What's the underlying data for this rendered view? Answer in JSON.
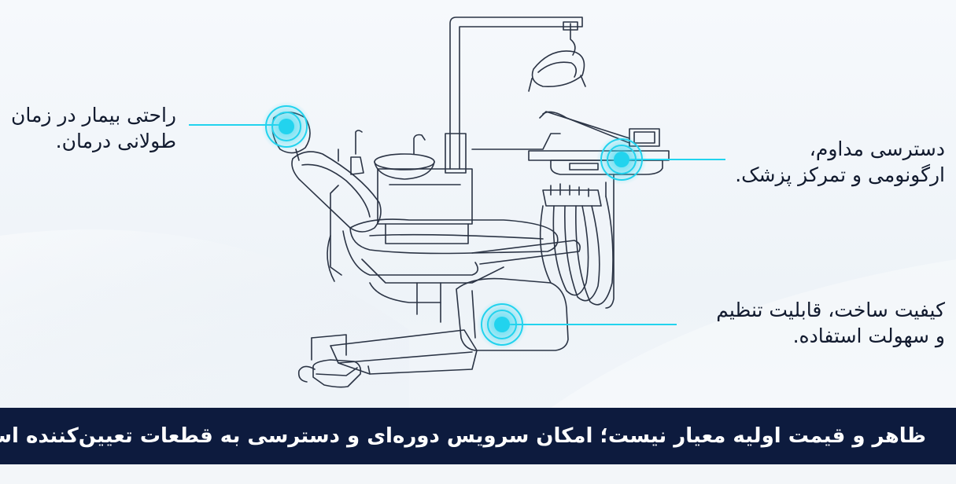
{
  "callouts": {
    "patient_comfort": {
      "line1": "راحتی بیمار در زمان",
      "line2": "طولانی درمان."
    },
    "ergonomics": {
      "line1": "دسترسی مداوم،",
      "line2": "ارگونومی و تمرکز پزشک."
    },
    "build_quality": {
      "line1": "کیفیت ساخت، قابلیت تنظیم",
      "line2": "و سهولت استفاده."
    }
  },
  "banner": {
    "text": "ظاهر و قیمت اولیه معیار نیست؛ امکان سرویس دوره‌ای و دسترسی به قطعات تعیین‌کننده است."
  },
  "colors": {
    "accent": "#22d3ee",
    "line_art": "#2b3445",
    "banner_bg": "#0d1b3e",
    "text": "#111a2e"
  },
  "icons": [
    "dental-chair-illustration",
    "glow-hotspot"
  ]
}
